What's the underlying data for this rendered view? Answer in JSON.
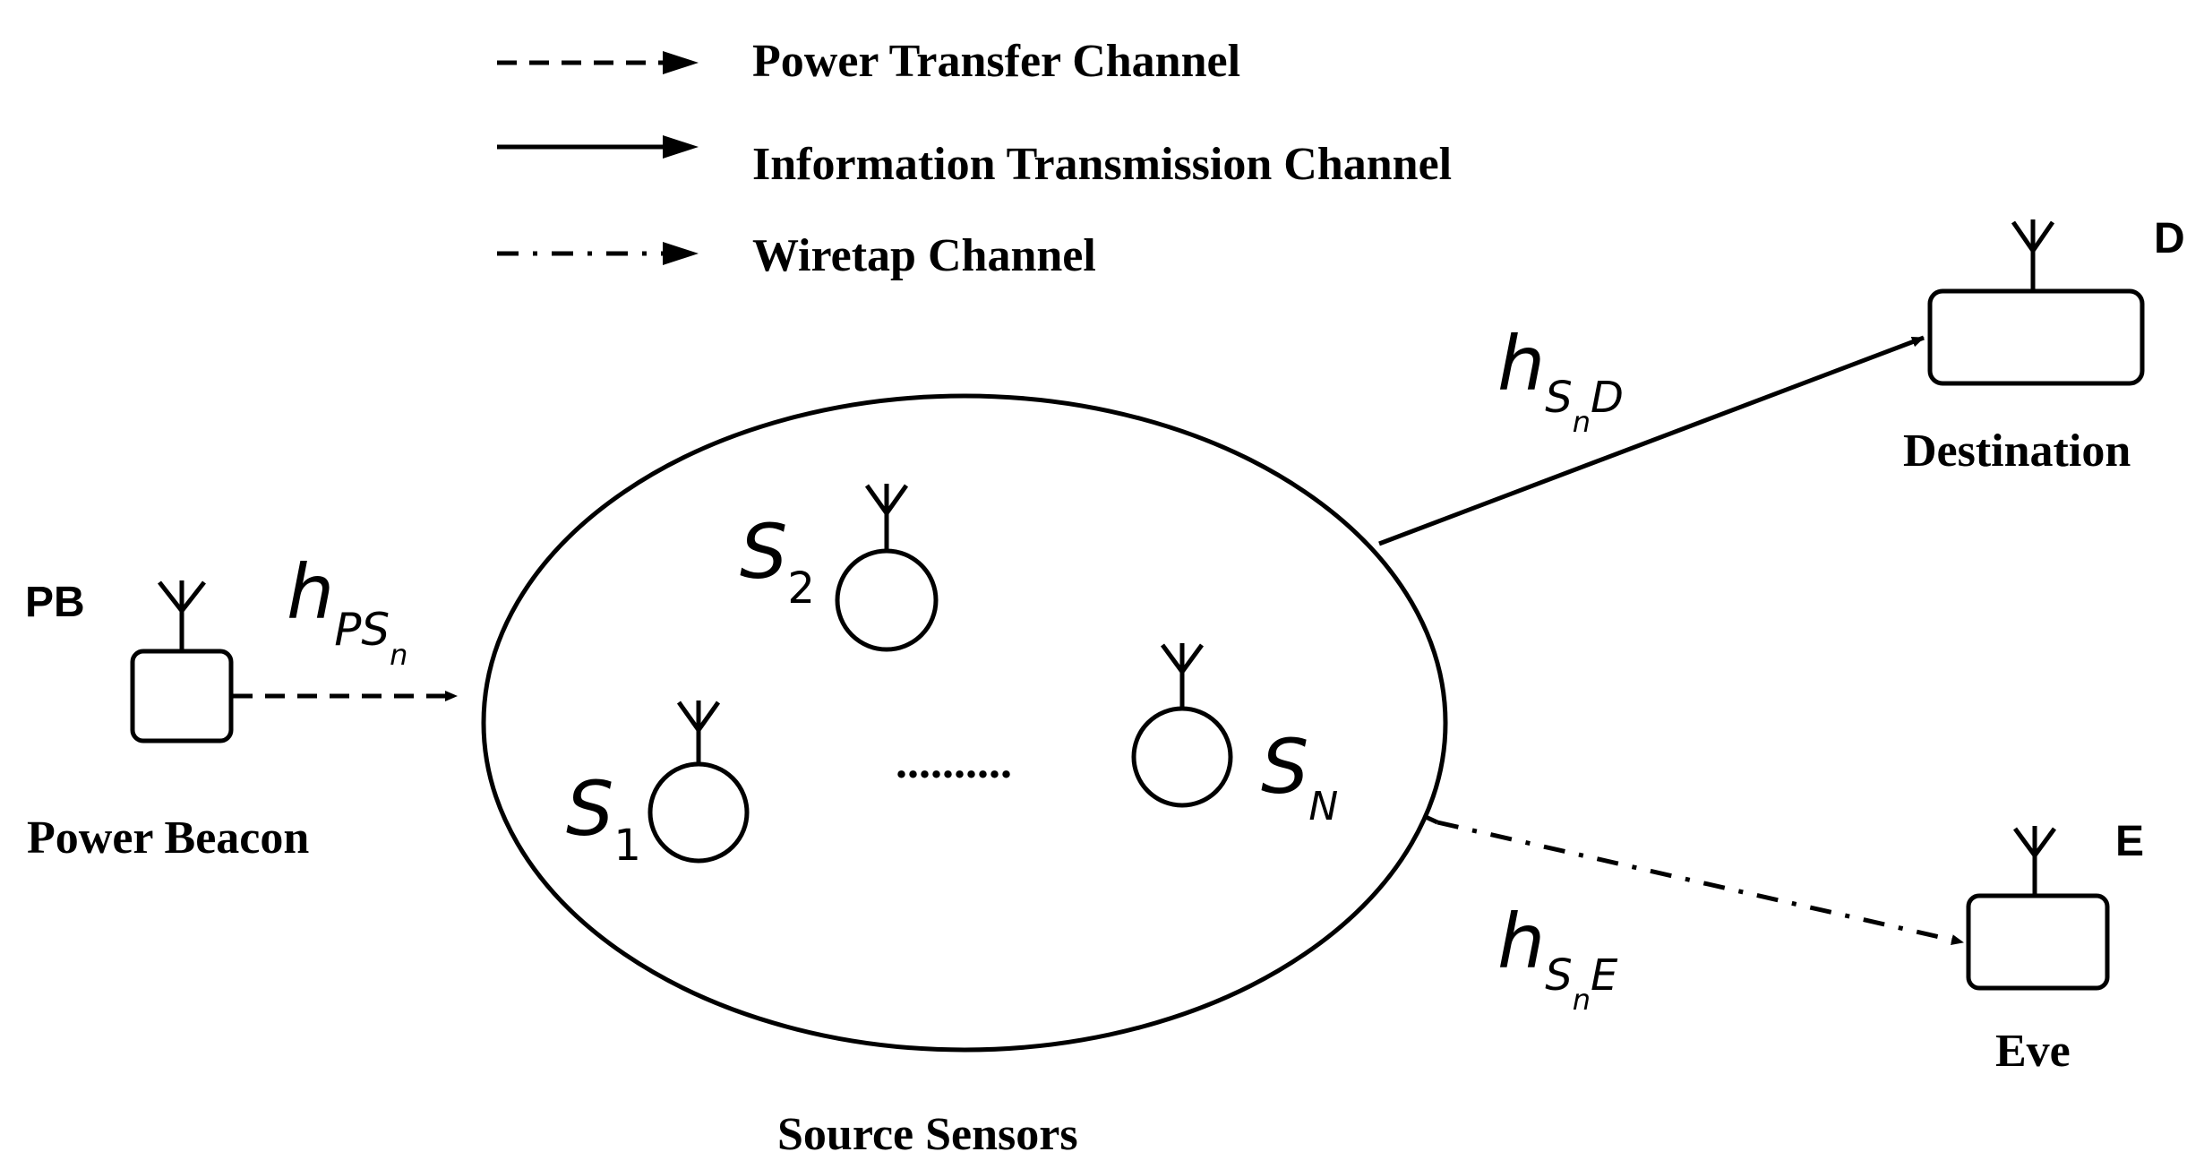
{
  "legend": {
    "power_transfer": "Power Transfer Channel",
    "information_transmission": "Information Transmission Channel",
    "wiretap": "Wiretap Channel"
  },
  "nodes": {
    "pb_tag": "PB",
    "pb_caption": "Power Beacon",
    "d_tag": "D",
    "d_caption": "Destination",
    "e_tag": "E",
    "e_caption": "Eve",
    "cluster_caption": "Source Sensors",
    "ellipsis": "..........",
    "s1": {
      "base": "S",
      "sub": "1"
    },
    "s2": {
      "base": "S",
      "sub": "2"
    },
    "sN": {
      "base": "S",
      "sub": "N"
    }
  },
  "channels": {
    "h_ps": {
      "base": "h",
      "sub": "PS",
      "subsub": "n"
    },
    "h_sd": {
      "base": "h",
      "sub1": "S",
      "subsub": "n",
      "sub2": "D"
    },
    "h_se": {
      "base": "h",
      "sub1": "S",
      "subsub": "n",
      "sub2": "E"
    }
  },
  "colors": {
    "ink": "#000000",
    "background": "#ffffff"
  }
}
